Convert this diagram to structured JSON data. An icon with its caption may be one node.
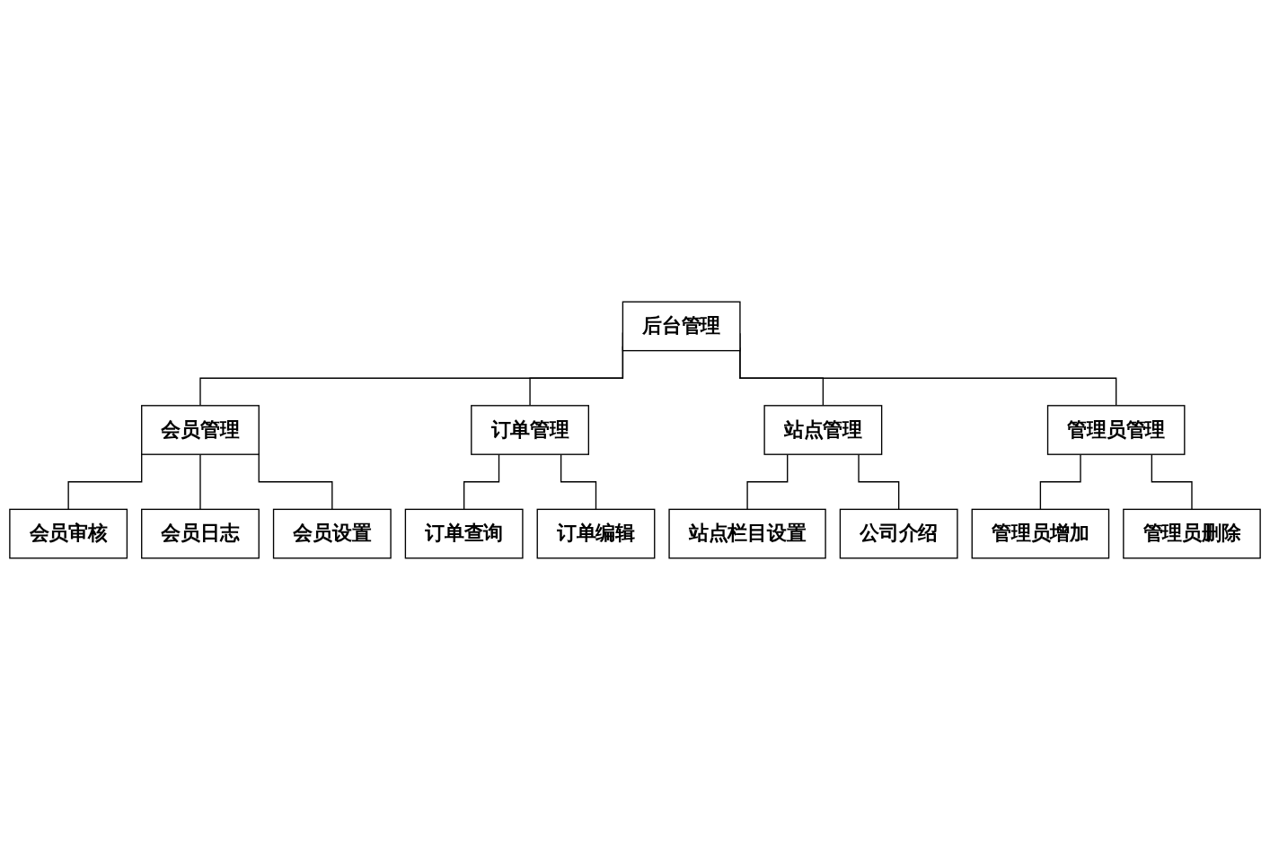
{
  "diagram": {
    "nodes": [
      {
        "text": [
          "后台管理"
        ]
      },
      {
        "text": [
          "会员管理"
        ]
      },
      {
        "text": [
          "订单管理"
        ]
      },
      {
        "text": [
          "站点管理"
        ]
      },
      {
        "text": [
          "管理员管理"
        ]
      },
      {
        "text": [
          "会员审核"
        ]
      },
      {
        "text": [
          "会员日志"
        ]
      },
      {
        "text": [
          "会员设置"
        ]
      },
      {
        "text": [
          "订单查询"
        ]
      },
      {
        "text": [
          "订单编辑"
        ]
      },
      {
        "text": [
          "站点栏目设置"
        ]
      },
      {
        "text": [
          "公司介绍"
        ]
      },
      {
        "text": [
          "管理员增加"
        ]
      },
      {
        "text": [
          "管理员删除"
        ]
      }
    ],
    "edges": [
      {
        "from": 0,
        "to": 1,
        "arrow": "none"
      },
      {
        "from": 0,
        "to": 2,
        "arrow": "none"
      },
      {
        "from": 0,
        "to": 3,
        "arrow": "none"
      },
      {
        "from": 0,
        "to": 4,
        "arrow": "none"
      },
      {
        "from": 1,
        "to": 5,
        "arrow": "none"
      },
      {
        "from": 1,
        "to": 6,
        "arrow": "none"
      },
      {
        "from": 1,
        "to": 7,
        "arrow": "none"
      },
      {
        "from": 2,
        "to": 8,
        "arrow": "none"
      },
      {
        "from": 2,
        "to": 9,
        "arrow": "none"
      },
      {
        "from": 3,
        "to": 10,
        "arrow": "none"
      },
      {
        "from": 3,
        "to": 11,
        "arrow": "none"
      },
      {
        "from": 4,
        "to": 12,
        "arrow": "none"
      },
      {
        "from": 4,
        "to": 13,
        "arrow": "none"
      }
    ]
  }
}
